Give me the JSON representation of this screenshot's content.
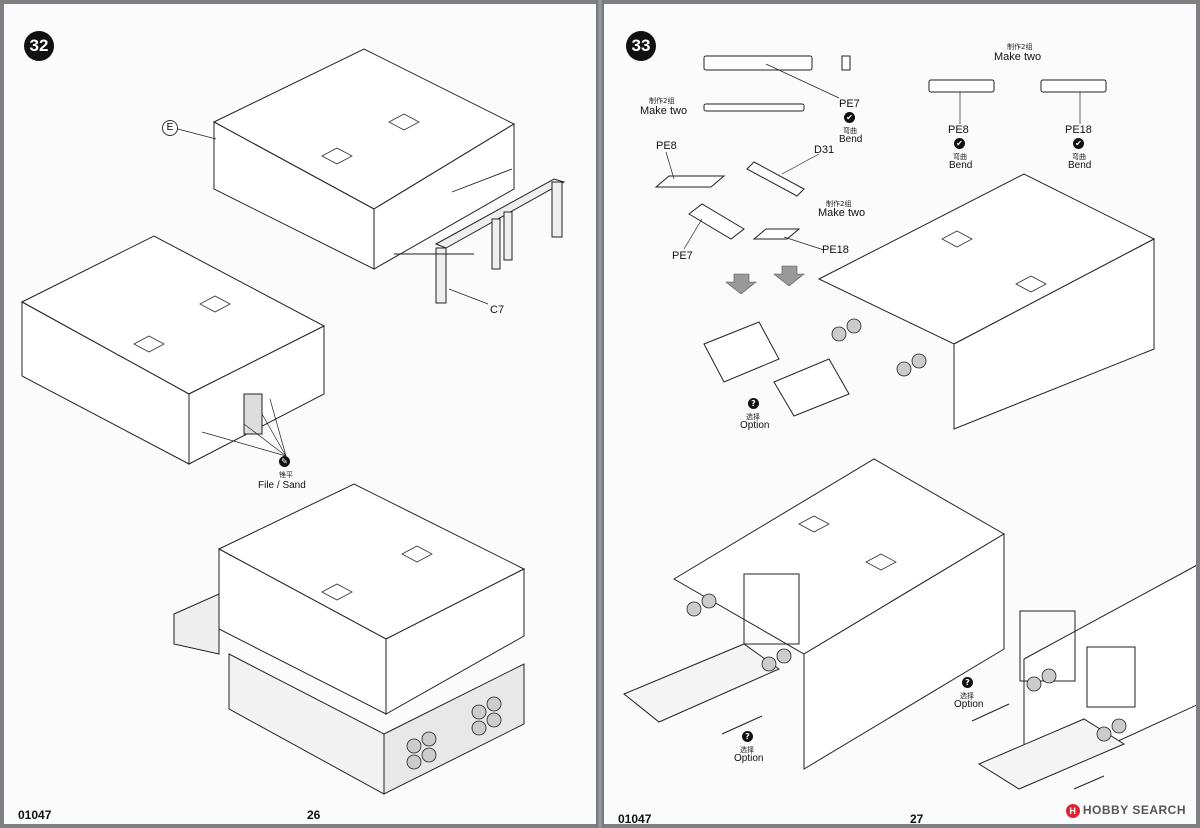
{
  "left_page": {
    "step": "32",
    "part_e": "E",
    "part_c7": "C7",
    "file_sand_cn": "锉平",
    "file_sand_en": "File / Sand",
    "catalog_code": "01047",
    "page_number": "26"
  },
  "right_page": {
    "step": "33",
    "make_two_top_cn": "制作2组",
    "make_two_top_en": "Make two",
    "make_two_left_cn": "制作2组",
    "make_two_left_en": "Make two",
    "make_two_mid_cn": "制作2组",
    "make_two_mid_en": "Make two",
    "pe7_top": "PE7",
    "pe7_bend_cn": "弯曲",
    "pe7_bend_en": "Bend",
    "pe8_top": "PE8",
    "pe8_bend_cn": "弯曲",
    "pe8_bend_en": "Bend",
    "pe18_top": "PE18",
    "pe18_bend_cn": "弯曲",
    "pe18_bend_en": "Bend",
    "pe8_assy": "PE8",
    "d31": "D31",
    "pe7_assy": "PE7",
    "pe18_assy": "PE18",
    "option1_cn": "选择",
    "option1_en": "Option",
    "option2_cn": "选择",
    "option2_en": "Option",
    "option3_cn": "选择",
    "option3_en": "Option",
    "catalog_code": "01047",
    "page_number": "27"
  },
  "watermark": {
    "logo_glyph": "H",
    "text": "HOBBY SEARCH"
  },
  "icons": {
    "check": "✔",
    "question": "?",
    "file": "✎"
  }
}
